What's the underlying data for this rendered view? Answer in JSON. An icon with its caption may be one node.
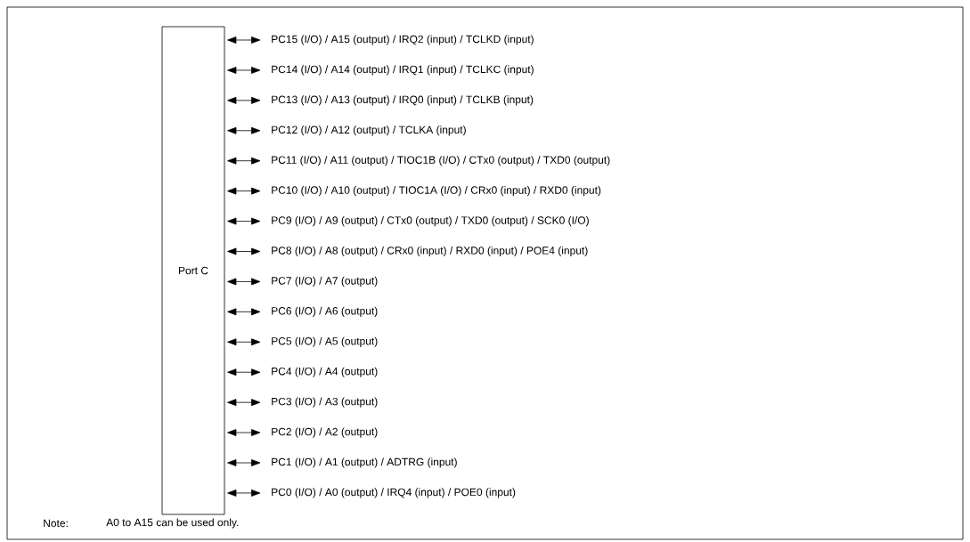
{
  "diagram": {
    "nodes": [
      {
        "text": [
          "Port C"
        ]
      },
      {
        "text": [
          "PC15 (I/O) / A15 (output) / IRQ2 (input) / TCLKD (input)"
        ]
      },
      {
        "text": [
          "PC14 (I/O) / A14 (output) / IRQ1 (input) / TCLKC (input)"
        ]
      },
      {
        "text": [
          "PC13 (I/O) / A13 (output) / IRQ0 (input) / TCLKB (input)"
        ]
      },
      {
        "text": [
          "PC12 (I/O) / A12 (output) / TCLKA (input)"
        ]
      },
      {
        "text": [
          "PC11 (I/O) / A11 (output) / TIOC1B (I/O) / CTx0 (output) / TXD0 (output)"
        ]
      },
      {
        "text": [
          "PC10 (I/O) / A10 (output) / TIOC1A (I/O) / CRx0 (input) / RXD0 (input)"
        ]
      },
      {
        "text": [
          "PC9 (I/O) / A9 (output) / CTx0 (output) / TXD0 (output) / SCK0 (I/O)"
        ]
      },
      {
        "text": [
          "PC8 (I/O) / A8 (output) / CRx0 (input) / RXD0 (input) / POE4 (input)"
        ]
      },
      {
        "text": [
          "PC7 (I/O) / A7 (output)"
        ]
      },
      {
        "text": [
          "PC6 (I/O) / A6 (output)"
        ]
      },
      {
        "text": [
          "PC5 (I/O) / A5 (output)"
        ]
      },
      {
        "text": [
          "PC4 (I/O) / A4 (output)"
        ]
      },
      {
        "text": [
          "PC3 (I/O) / A3 (output)"
        ]
      },
      {
        "text": [
          "PC2 (I/O) / A2 (output)"
        ]
      },
      {
        "text": [
          "PC1 (I/O) / A1 (output) / ADTRG (input)"
        ]
      },
      {
        "text": [
          "PC0 (I/O) / A0 (output) / IRQ4 (input) / POE0 (input)"
        ]
      }
    ],
    "edges": [
      {
        "from": 0,
        "to": 1,
        "arrow": "both"
      },
      {
        "from": 0,
        "to": 2,
        "arrow": "both"
      },
      {
        "from": 0,
        "to": 3,
        "arrow": "both"
      },
      {
        "from": 0,
        "to": 4,
        "arrow": "both"
      },
      {
        "from": 0,
        "to": 5,
        "arrow": "both"
      },
      {
        "from": 0,
        "to": 6,
        "arrow": "both"
      },
      {
        "from": 0,
        "to": 7,
        "arrow": "both"
      },
      {
        "from": 0,
        "to": 8,
        "arrow": "both"
      },
      {
        "from": 0,
        "to": 9,
        "arrow": "both"
      },
      {
        "from": 0,
        "to": 10,
        "arrow": "both"
      },
      {
        "from": 0,
        "to": 11,
        "arrow": "both"
      },
      {
        "from": 0,
        "to": 12,
        "arrow": "both"
      },
      {
        "from": 0,
        "to": 13,
        "arrow": "both"
      },
      {
        "from": 0,
        "to": 14,
        "arrow": "both"
      },
      {
        "from": 0,
        "to": 15,
        "arrow": "both"
      },
      {
        "from": 0,
        "to": 16,
        "arrow": "both"
      }
    ],
    "labels": [
      "Note:",
      "A0 to A15 can be used only."
    ]
  }
}
